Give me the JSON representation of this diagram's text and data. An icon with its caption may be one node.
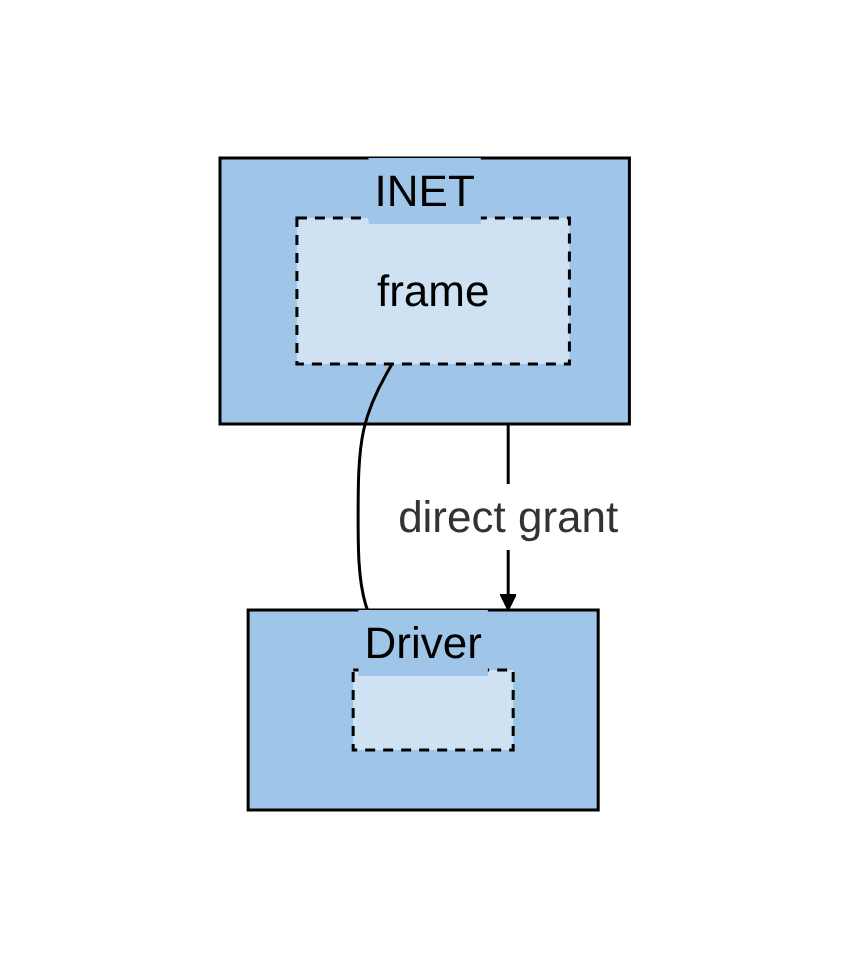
{
  "diagram": {
    "nodes": [
      {
        "text": [
          "INET"
        ]
      },
      {
        "text": [
          "frame"
        ],
        "in": 0
      },
      {
        "text": [
          "Driver"
        ]
      },
      {
        "text": [],
        "shape": "box",
        "in": 2
      }
    ],
    "edges": [
      {
        "from": 0,
        "to": 2,
        "arrow": "to",
        "label": "direct grant"
      },
      {
        "from": 1,
        "to": 3,
        "arrow": "none"
      }
    ]
  }
}
